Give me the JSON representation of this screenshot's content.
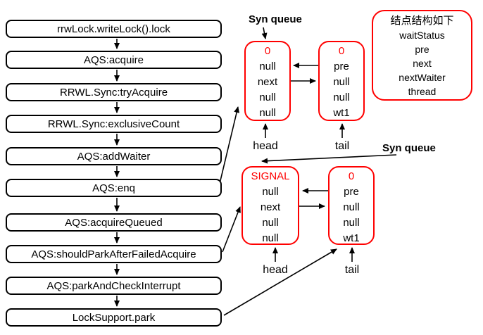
{
  "flowchart": {
    "steps": [
      "rrwLock.writeLock().lock",
      "AQS:acquire",
      "RRWL.Sync:tryAcquire",
      "RRWL.Sync:exclusiveCount",
      "AQS:addWaiter",
      "AQS:enq",
      "AQS:acquireQueued",
      "AQS:shouldParkAfterFailedAcquire",
      "AQS:parkAndCheckInterrupt",
      "LockSupport.park"
    ]
  },
  "queues": [
    {
      "label": "Syn queue",
      "head_label": "head",
      "tail_label": "tail",
      "nodes": [
        {
          "waitStatus": "0",
          "fields": [
            "null",
            "next",
            "null",
            "null"
          ]
        },
        {
          "waitStatus": "0",
          "fields": [
            "pre",
            "null",
            "null",
            "wt1"
          ]
        }
      ]
    },
    {
      "label": "Syn queue",
      "head_label": "head",
      "tail_label": "tail",
      "nodes": [
        {
          "waitStatus": "SIGNAL",
          "fields": [
            "null",
            "next",
            "null",
            "null"
          ]
        },
        {
          "waitStatus": "0",
          "fields": [
            "pre",
            "null",
            "null",
            "wt1"
          ]
        }
      ]
    }
  ],
  "legend": {
    "title": "结点结构如下",
    "fields": [
      "waitStatus",
      "pre",
      "next",
      "nextWaiter",
      "thread"
    ]
  },
  "colors": {
    "node_border": "#ff0000",
    "status_text": "#ff0000",
    "box_border": "#000000",
    "text": "#000000",
    "background": "#ffffff"
  }
}
